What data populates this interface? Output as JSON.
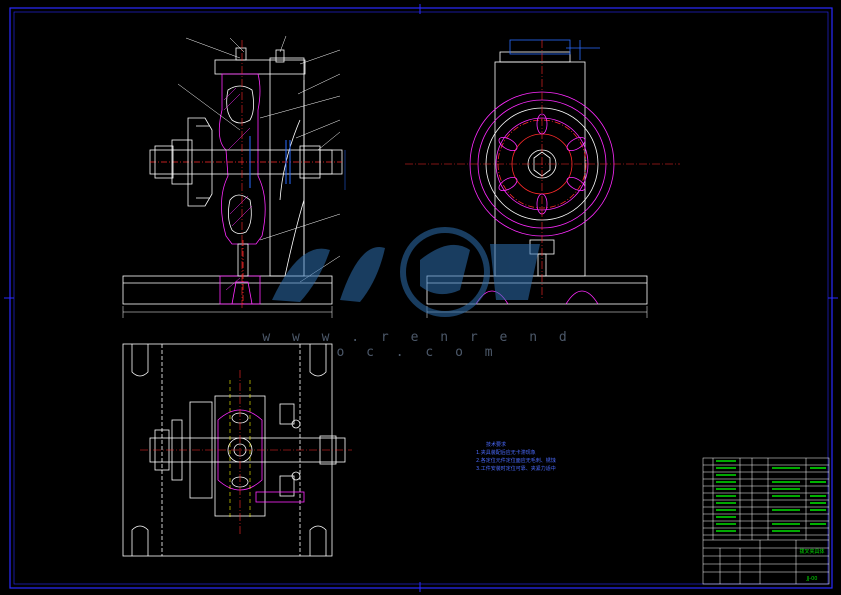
{
  "watermark": {
    "url": "w w w . r e n r e n d o c . c o m"
  },
  "notes": {
    "header": "技术要求",
    "lines": [
      "1.夹具装配后应无卡滞现象",
      "2.各定位元件定位面应无毛刺、锈蚀",
      "3.工件安装时定位可靠、夹紧力适中"
    ]
  },
  "title_block": {
    "part_name": "拨叉夹具体",
    "drawing_no": "JJ-00"
  },
  "colors": {
    "frame": "#2a2aff",
    "line": "#ffffff",
    "center": "#ff2a2a",
    "section": "#ff2aff",
    "dim": "#ffffff",
    "bom": "#00e000",
    "logo": "#2e6fb0"
  },
  "icons": {
    "logo": "renrendoc-logo-icon"
  }
}
